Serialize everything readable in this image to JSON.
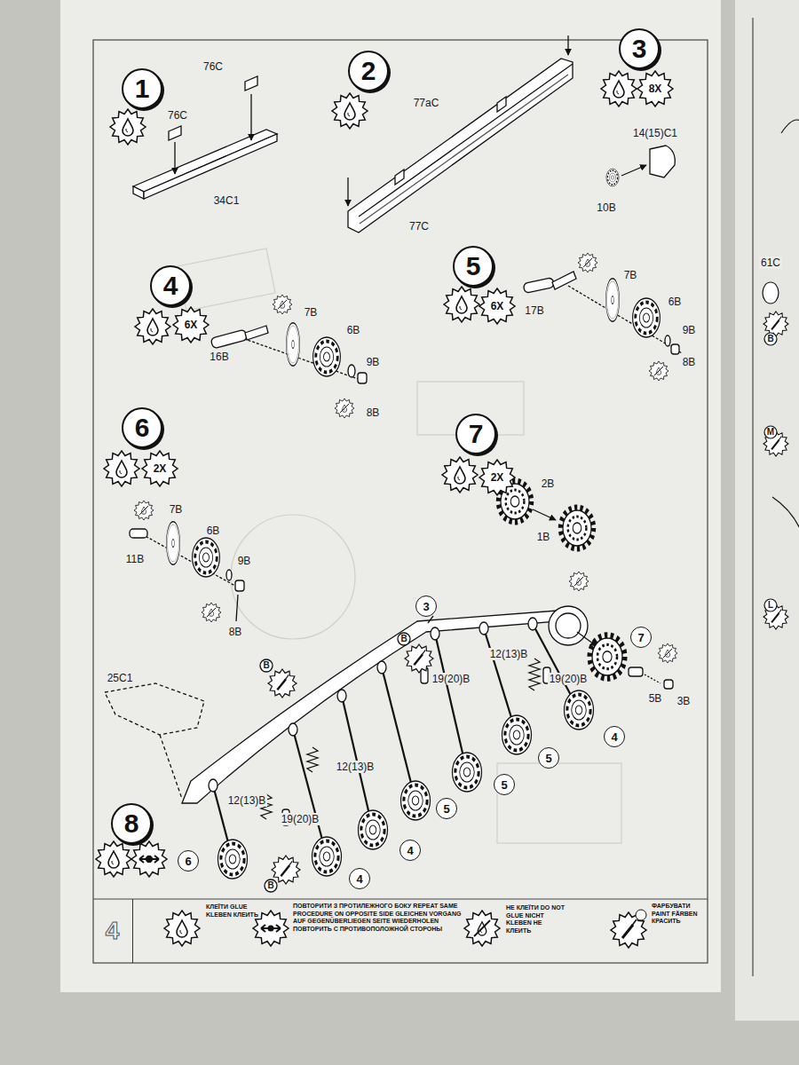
{
  "diagram": {
    "nodes": [
      {
        "text": [
          "1"
        ]
      },
      {
        "text": [
          "2"
        ]
      },
      {
        "text": [
          "3"
        ]
      },
      {
        "text": [
          "8X"
        ]
      },
      {
        "text": [
          "4"
        ]
      },
      {
        "text": [
          "6X"
        ]
      },
      {
        "text": [
          "5"
        ]
      },
      {
        "text": [
          "6X"
        ]
      },
      {
        "text": [
          "6"
        ]
      },
      {
        "text": [
          "2X"
        ]
      },
      {
        "text": [
          "7"
        ]
      },
      {
        "text": [
          "2X"
        ]
      },
      {
        "text": [
          "3"
        ]
      },
      {
        "text": [
          "7"
        ]
      },
      {
        "text": [
          "4"
        ]
      },
      {
        "text": [
          "5"
        ]
      },
      {
        "text": [
          "5"
        ]
      },
      {
        "text": [
          "5"
        ]
      },
      {
        "text": [
          "4"
        ]
      },
      {
        "text": [
          "4"
        ]
      },
      {
        "text": [
          "6"
        ]
      },
      {
        "text": [
          "8"
        ]
      },
      {
        "text": [
          "4"
        ]
      }
    ],
    "labels": [
      "76C",
      "76C",
      "34C1",
      "77aC",
      "77C",
      "14(15)C1",
      "10B",
      "7B",
      "6B",
      "9B",
      "8B",
      "16B",
      "7B",
      "6B",
      "9B",
      "8B",
      "17B",
      "7B",
      "6B",
      "9B",
      "8B",
      "11B",
      "2B",
      "1B",
      "B",
      "12(13)B",
      "19(20)B",
      "19(20)B",
      "5B",
      "3B",
      "25C1",
      "B",
      "12(13)B",
      "12(13)B",
      "19(20)B",
      "B",
      "61C",
      "B",
      "M",
      "L"
    ],
    "legend": [
      {
        "text": "КЛЕЇТИ GLUE KLEBEN КЛЕИТЬ"
      },
      {
        "text": "ПОВТОРИТИ З ПРОТИЛЕЖНОГО БОКУ REPEAT SAME PROCEDURE ON OPPOSITE SIDE GLEICHEN VORGANG AUF GEGENÜBERLIEGEN SEITE WIEDERHOLEN ПОВТОРИТЬ С ПРОТИВОПОЛОЖНОЙ СТОРОНЫ"
      },
      {
        "text": "НЕ КЛЕЇТИ DO NOT GLUE NICHT KLEBEN НЕ КЛЕИТЬ"
      },
      {
        "text": "ФАРБУВАТИ PAINT FÄRBEN КРАСИТЬ"
      }
    ]
  }
}
